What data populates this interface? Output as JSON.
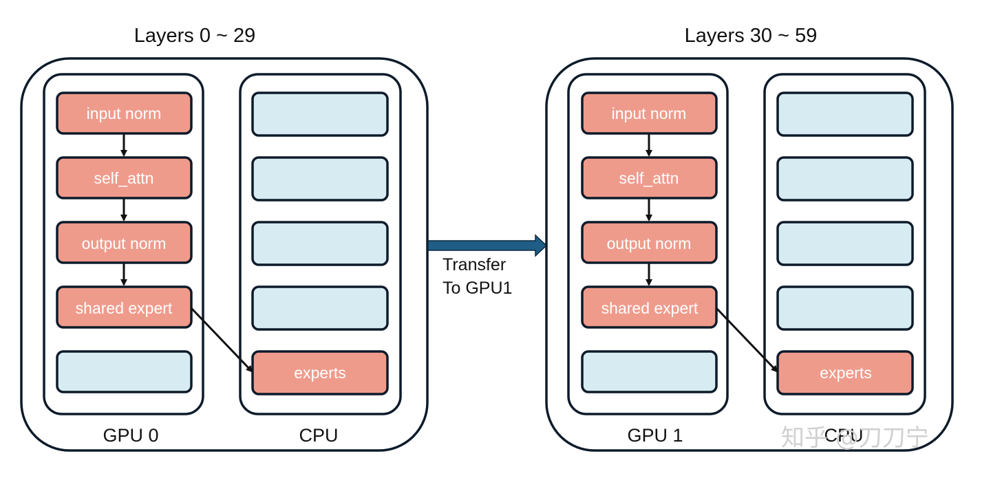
{
  "nodes": [
    {
      "id": "group-0",
      "heading": "Layers 0 ~ 29",
      "gpu": {
        "label": "GPU 0",
        "blocks": [
          {
            "type": "active",
            "label": "input norm"
          },
          {
            "type": "active",
            "label": "self_attn"
          },
          {
            "type": "active",
            "label": "output norm"
          },
          {
            "type": "active",
            "label": "shared expert"
          },
          {
            "type": "empty",
            "label": ""
          }
        ]
      },
      "cpu": {
        "label": "CPU",
        "blocks": [
          {
            "type": "empty",
            "label": ""
          },
          {
            "type": "empty",
            "label": ""
          },
          {
            "type": "empty",
            "label": ""
          },
          {
            "type": "empty",
            "label": ""
          },
          {
            "type": "active",
            "label": "experts"
          }
        ]
      }
    },
    {
      "id": "group-1",
      "heading": "Layers 30 ~ 59",
      "gpu": {
        "label": "GPU 1",
        "blocks": [
          {
            "type": "active",
            "label": "input norm"
          },
          {
            "type": "active",
            "label": "self_attn"
          },
          {
            "type": "active",
            "label": "output norm"
          },
          {
            "type": "active",
            "label": "shared expert"
          },
          {
            "type": "empty",
            "label": ""
          }
        ]
      },
      "cpu": {
        "label": "CPU",
        "blocks": [
          {
            "type": "empty",
            "label": ""
          },
          {
            "type": "empty",
            "label": ""
          },
          {
            "type": "empty",
            "label": ""
          },
          {
            "type": "empty",
            "label": ""
          },
          {
            "type": "active",
            "label": "experts"
          }
        ]
      }
    }
  ],
  "edges": [
    {
      "from": "group-0",
      "to": "group-1",
      "label_lines": [
        "Transfer",
        "To GPU1"
      ]
    }
  ],
  "watermark": "知乎 @刀刀宁",
  "colors": {
    "active_block": "#ef9b8c",
    "empty_block": "#d6ecf2",
    "border": "#0d1b2a",
    "transfer_arrow": "#1f5d86"
  }
}
